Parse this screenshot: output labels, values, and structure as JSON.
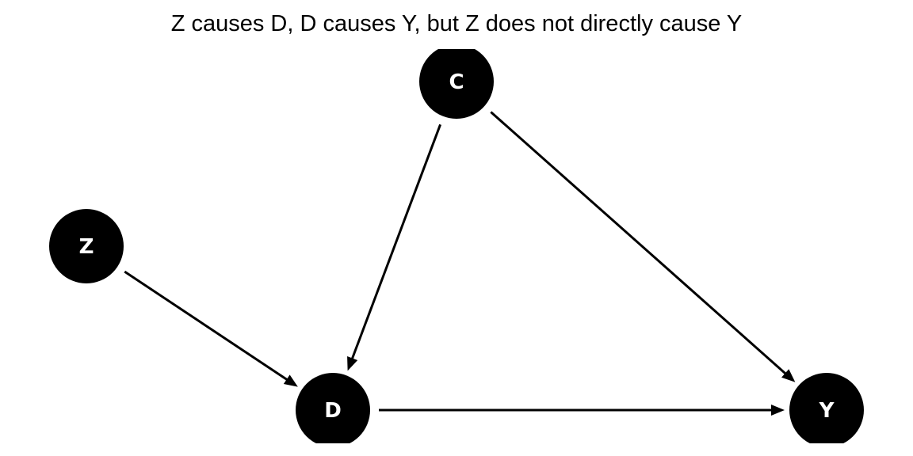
{
  "title": "Z causes D, D causes Y, but Z does not directly cause Y",
  "colors": {
    "background": "#ffffff",
    "node_fill": "#000000",
    "node_text": "#ffffff",
    "edge": "#000000"
  },
  "nodes": [
    {
      "id": "C",
      "label": "C"
    },
    {
      "id": "Z",
      "label": "Z"
    },
    {
      "id": "D",
      "label": "D"
    },
    {
      "id": "Y",
      "label": "Y"
    }
  ],
  "edges": [
    {
      "from": "Z",
      "to": "D"
    },
    {
      "from": "C",
      "to": "D"
    },
    {
      "from": "C",
      "to": "Y"
    },
    {
      "from": "D",
      "to": "Y"
    }
  ]
}
